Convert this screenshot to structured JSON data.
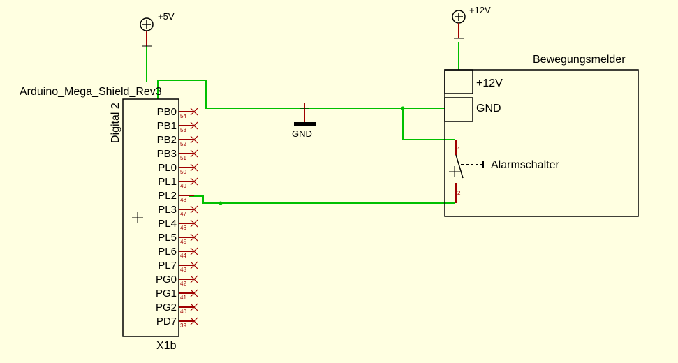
{
  "power": {
    "v5": "+5V",
    "v12": "+12V"
  },
  "ground": {
    "label": "GND"
  },
  "arduino": {
    "title": "Arduino_Mega_Shield_Rev3",
    "group": "Digital 2",
    "ref": "X1b",
    "pins": [
      {
        "name": "PB0",
        "num": "54"
      },
      {
        "name": "PB1",
        "num": "53"
      },
      {
        "name": "PB2",
        "num": "52"
      },
      {
        "name": "PB3",
        "num": "51"
      },
      {
        "name": "PL0",
        "num": "50"
      },
      {
        "name": "PL1",
        "num": "49"
      },
      {
        "name": "PL2",
        "num": "48"
      },
      {
        "name": "PL3",
        "num": "47"
      },
      {
        "name": "PL4",
        "num": "46"
      },
      {
        "name": "PL5",
        "num": "45"
      },
      {
        "name": "PL6",
        "num": "44"
      },
      {
        "name": "PL7",
        "num": "43"
      },
      {
        "name": "PG0",
        "num": "42"
      },
      {
        "name": "PG1",
        "num": "41"
      },
      {
        "name": "PG2",
        "num": "40"
      },
      {
        "name": "PD7",
        "num": "39"
      }
    ]
  },
  "sensor": {
    "title": "Bewegungsmelder",
    "pin_v12": "+12V",
    "pin_gnd": "GND",
    "switch_label": "Alarmschalter",
    "switch_pin1": "1",
    "switch_pin2": "2"
  },
  "colors": {
    "background": "#ffffe1",
    "wire": "#00c000",
    "pin": "#a00000",
    "outline": "#000000"
  }
}
